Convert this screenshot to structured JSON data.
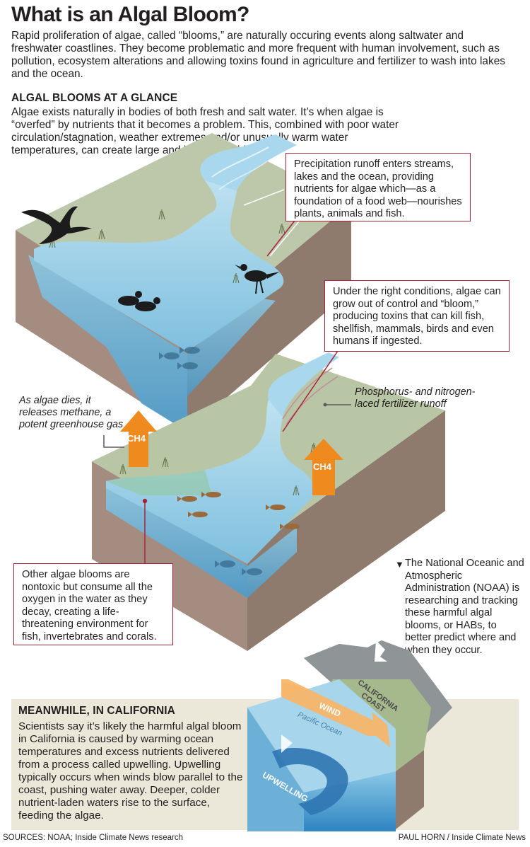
{
  "title": "What is an Algal Bloom?",
  "intro": "Rapid proliferation of algae, called “blooms,” are naturally occuring events along saltwater and freshwater coastlines. They become problematic and more frequent with human involvement, such as pollution, ecosystem alterations and allowing toxins found in agriculture and fertilizer to wash into lakes and the ocean.",
  "glance": {
    "heading": "ALGAL BLOOMS AT A GLANCE",
    "text": "Algae exists naturally in bodies of both fresh and salt water. It’s when algae is “overfed” by nutrients that it becomes a problem. This, combined with poor water circulation/stagnation, weather extremes and/or unusually warm water temperatures, can create large and hazardous blooms."
  },
  "callouts": {
    "runoff": "Precipitation runoff enters streams, lakes and the ocean, providing nutrients for algae which—as a foundation of a food web—nourishes plants, animals and fish.",
    "bloom": "Under the right conditions, algae can grow out of control and “bloom,” producing toxins that can kill fish, shellfish, mammals, birds and even humans if ingested.",
    "nontoxic": "Other algae blooms are nontoxic but consume all the oxygen in the water as they decay, creating a life-threatening environment for fish, invertebrates and corals."
  },
  "notes": {
    "methane": "As algae dies, it releases methane, a potent greenhouse gas",
    "fertilizer": "Phosphorus- and nitrogen-laced fertilizer runoff",
    "ch4": "CH4"
  },
  "noaa": "The National Oceanic and Atmospheric Administration (NOAA) is researching and tracking these harmful algal blooms, or HABs, to better predict where and when they occur.",
  "california": {
    "heading": "MEANWHILE, IN CALIFORNIA",
    "text": "Scientists say it’s likely the harmful algal bloom in California is caused by warming ocean temperatures and excess nutrients delivered from a process called upwelling. Upwelling typically occurs when winds blow parallel to the coast, pushing water away. Deeper, colder nutrient-laden waters rise to the surface, feeding the algae.",
    "wind": "WIND",
    "coast": "CALIFORNIA COAST",
    "ocean": "Pacific Ocean",
    "upwelling": "UPWELLING"
  },
  "footer": {
    "sources": "SOURCES: NOAA; Inside Climate News research",
    "credit": "PAUL HORN / Inside Climate News"
  },
  "colors": {
    "accent": "#a6243a",
    "water": "#9fd0e8",
    "land": "#b9c7a6",
    "soil": "#a28a7e",
    "methane": "#ef8a1f"
  }
}
